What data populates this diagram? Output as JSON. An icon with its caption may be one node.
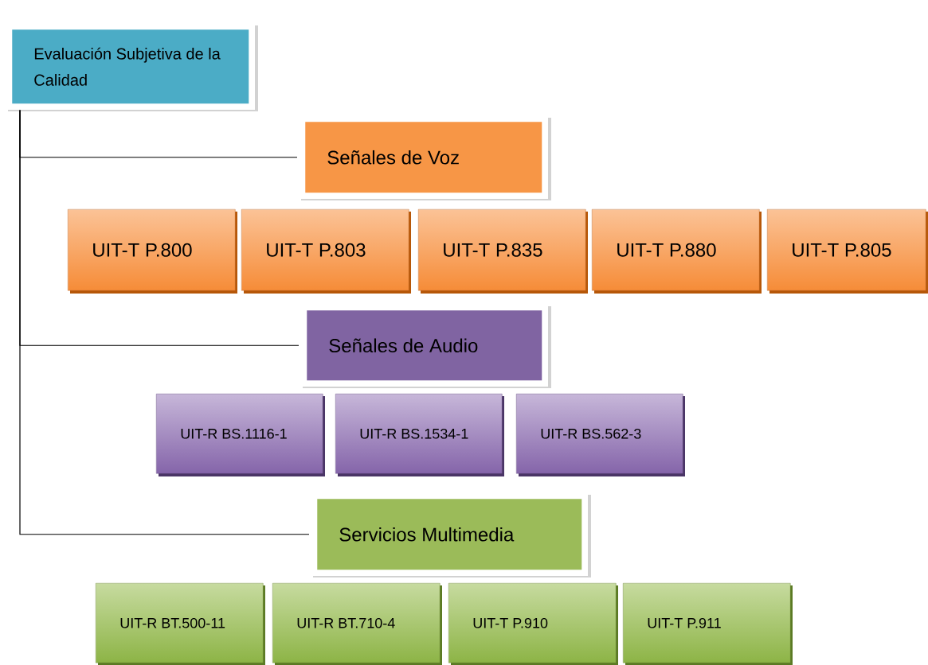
{
  "diagram": {
    "nodes": [
      {
        "text": [
          "Evaluación Subjetiva de la Calidad"
        ]
      },
      {
        "text": [
          "Señales de Voz"
        ]
      },
      {
        "text": [
          "UIT-T P.800"
        ]
      },
      {
        "text": [
          "UIT-T P.803"
        ]
      },
      {
        "text": [
          "UIT-T P.835"
        ]
      },
      {
        "text": [
          "UIT-T P.880"
        ]
      },
      {
        "text": [
          "UIT-T P.805"
        ]
      },
      {
        "text": [
          "Señales de Audio"
        ]
      },
      {
        "text": [
          "UIT-R BS.1116-1"
        ]
      },
      {
        "text": [
          "UIT-R BS.1534-1"
        ]
      },
      {
        "text": [
          "UIT-R BS.562-3"
        ]
      },
      {
        "text": [
          "Servicios Multimedia"
        ]
      },
      {
        "text": [
          "UIT-R BT.500-11"
        ]
      },
      {
        "text": [
          "UIT-R BT.710-4"
        ]
      },
      {
        "text": [
          "UIT-T P.910"
        ]
      },
      {
        "text": [
          "UIT-T P.911"
        ]
      }
    ],
    "edges": [
      {
        "from": 0,
        "to": 1,
        "arrow": "none"
      },
      {
        "from": 0,
        "to": 7,
        "arrow": "none"
      },
      {
        "from": 0,
        "to": 11,
        "arrow": "none"
      }
    ]
  }
}
